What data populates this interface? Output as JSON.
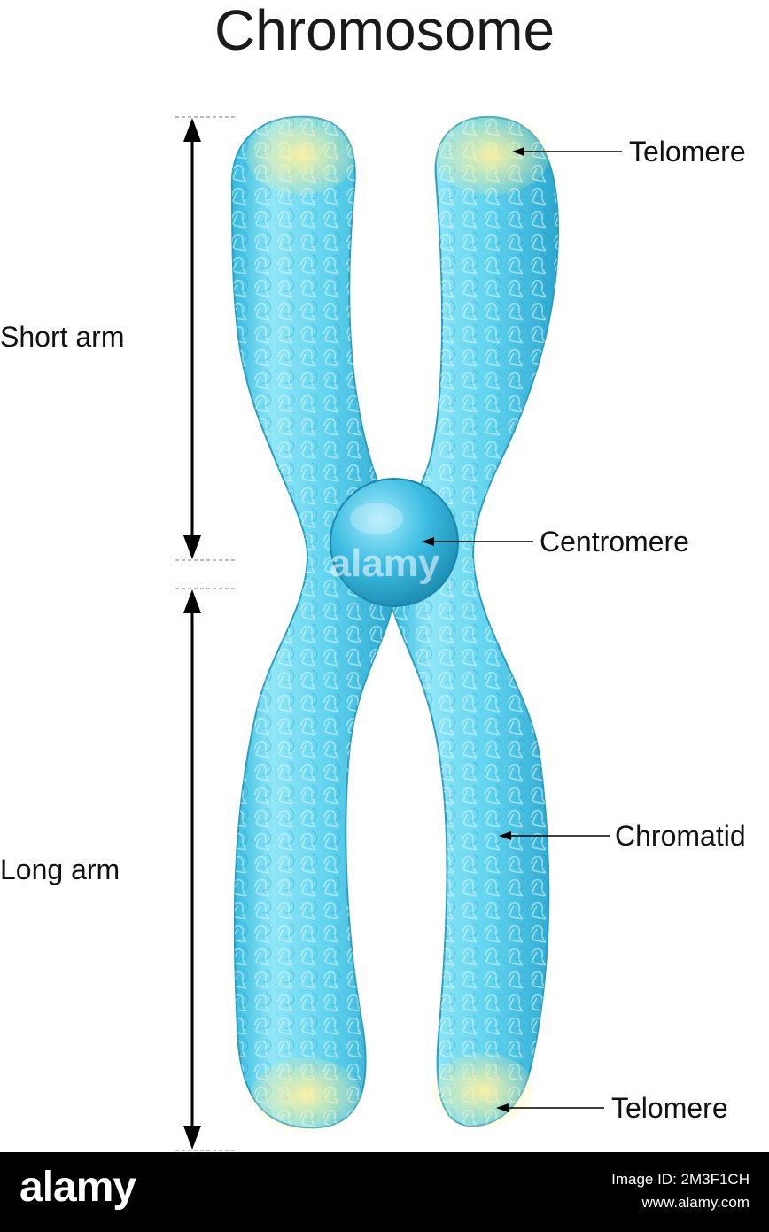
{
  "diagram": {
    "title": "Chromosome",
    "labels": {
      "short_arm": "Short arm",
      "long_arm": "Long arm",
      "telomere_top": "Telomere",
      "centromere": "Centromere",
      "chromatid": "Chromatid",
      "telomere_bottom": "Telomere"
    },
    "colors": {
      "chromatid_fill": "#57cfec",
      "chromatid_edge": "#2a9ebf",
      "telomere": "#f3e38a",
      "centromere": "#2ab0d6"
    },
    "watermark": "alamy"
  },
  "footer": {
    "logo": "alamy",
    "image_id": "Image ID: 2M3F1CH",
    "site": "www.alamy.com"
  }
}
